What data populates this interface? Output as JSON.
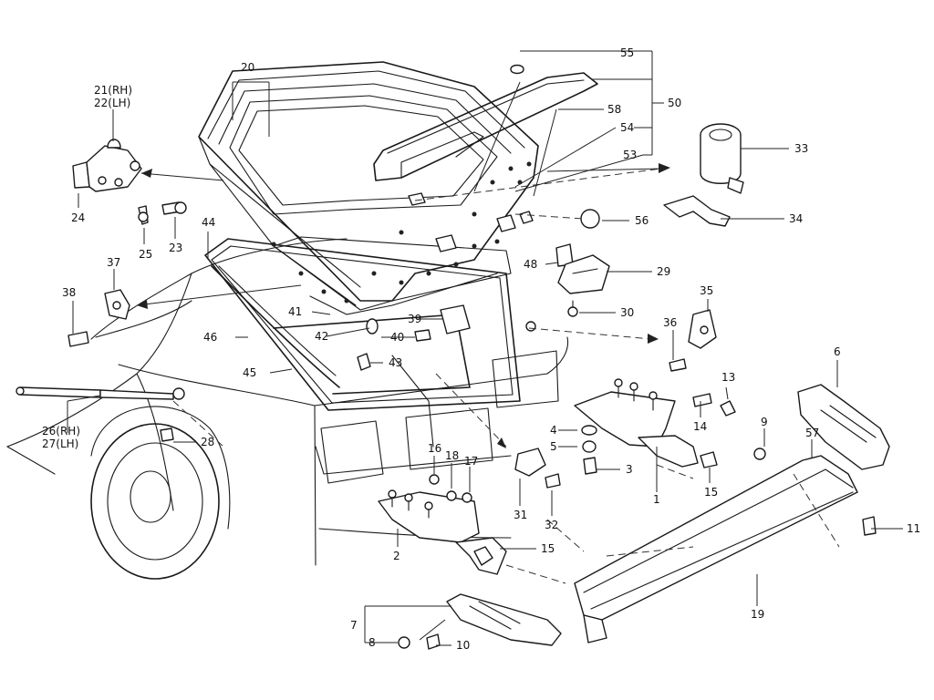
{
  "labels": {
    "p1": "1",
    "p2": "2",
    "p3": "3",
    "p4": "4",
    "p5": "5",
    "p6": "6",
    "p7": "7",
    "p8": "8",
    "p9": "9",
    "p10": "10",
    "p11": "11",
    "p13": "13",
    "p14": "14",
    "p15a": "15",
    "p15b": "15",
    "p16": "16",
    "p17": "17",
    "p18": "18",
    "p19": "19",
    "p20": "20",
    "p21": "21(RH)",
    "p22": "22(LH)",
    "p23": "23",
    "p24": "24",
    "p25": "25",
    "p26": "26(RH)",
    "p27": "27(LH)",
    "p28": "28",
    "p29": "29",
    "p30": "30",
    "p31": "31",
    "p32": "32",
    "p33": "33",
    "p34": "34",
    "p35": "35",
    "p36": "36",
    "p37": "37",
    "p38": "38",
    "p39": "39",
    "p40": "40",
    "p41": "41",
    "p42": "42",
    "p43": "43",
    "p44": "44",
    "p45": "45",
    "p46": "46",
    "p48": "48",
    "p50": "50",
    "p53": "53",
    "p54": "54",
    "p55": "55",
    "p56": "56",
    "p57": "57",
    "p58": "58"
  }
}
